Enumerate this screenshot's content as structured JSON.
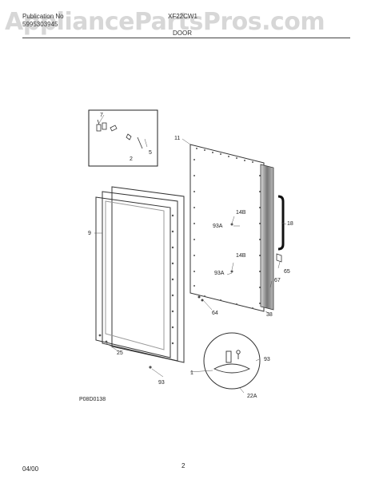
{
  "header": {
    "publication_label": "Publication No",
    "publication_no": "5995303945",
    "model": "XF22CW1",
    "section": "DOOR"
  },
  "watermark": "AppliancePartsPros.com",
  "callouts": {
    "c7": "7",
    "c5": "5",
    "c2": "2",
    "c11": "11",
    "c9": "9",
    "c14b_1": "14B",
    "c93a_1": "93A",
    "c14b_2": "14B",
    "c93a_2": "93A",
    "c18": "18",
    "c65": "65",
    "c67": "67",
    "c64": "64",
    "c38": "38",
    "c25": "25",
    "c93_1": "93",
    "c1": "1",
    "c93_2": "93",
    "c22a": "22A"
  },
  "drawing_code": "P08D0138",
  "footer": {
    "date": "04/00",
    "page": "2"
  }
}
